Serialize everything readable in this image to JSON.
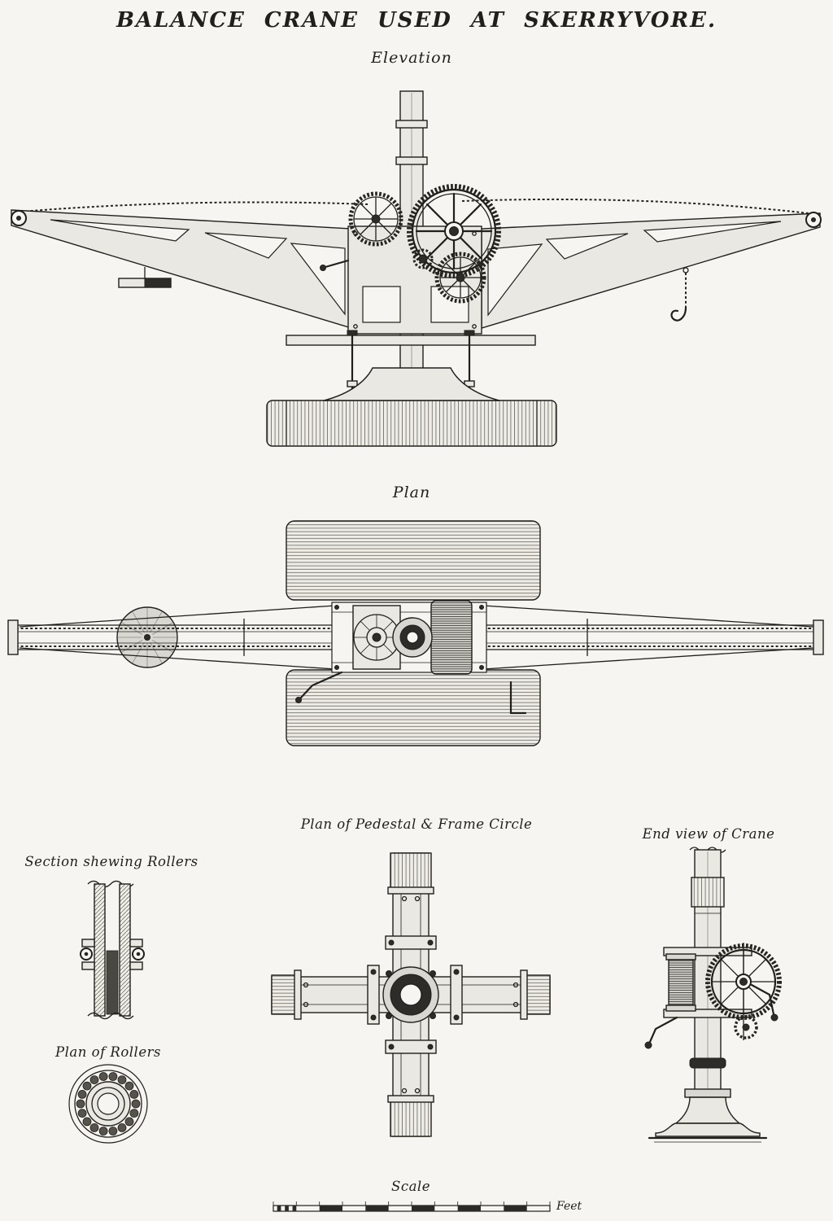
{
  "plate": {
    "title": "BALANCE CRANE USED AT SKERRYVORE.",
    "labels": {
      "elevation": "Elevation",
      "plan": "Plan",
      "pedestal_plan": "Plan of Pedestal & Frame Circle",
      "end_view": "End view of Crane",
      "section_rollers": "Section shewing Rollers",
      "plan_rollers": "Plan of Rollers",
      "scale": "Scale",
      "scale_unit": "Feet"
    },
    "colors": {
      "paper": "#f6f5f1",
      "ink": "#211f1b"
    }
  }
}
